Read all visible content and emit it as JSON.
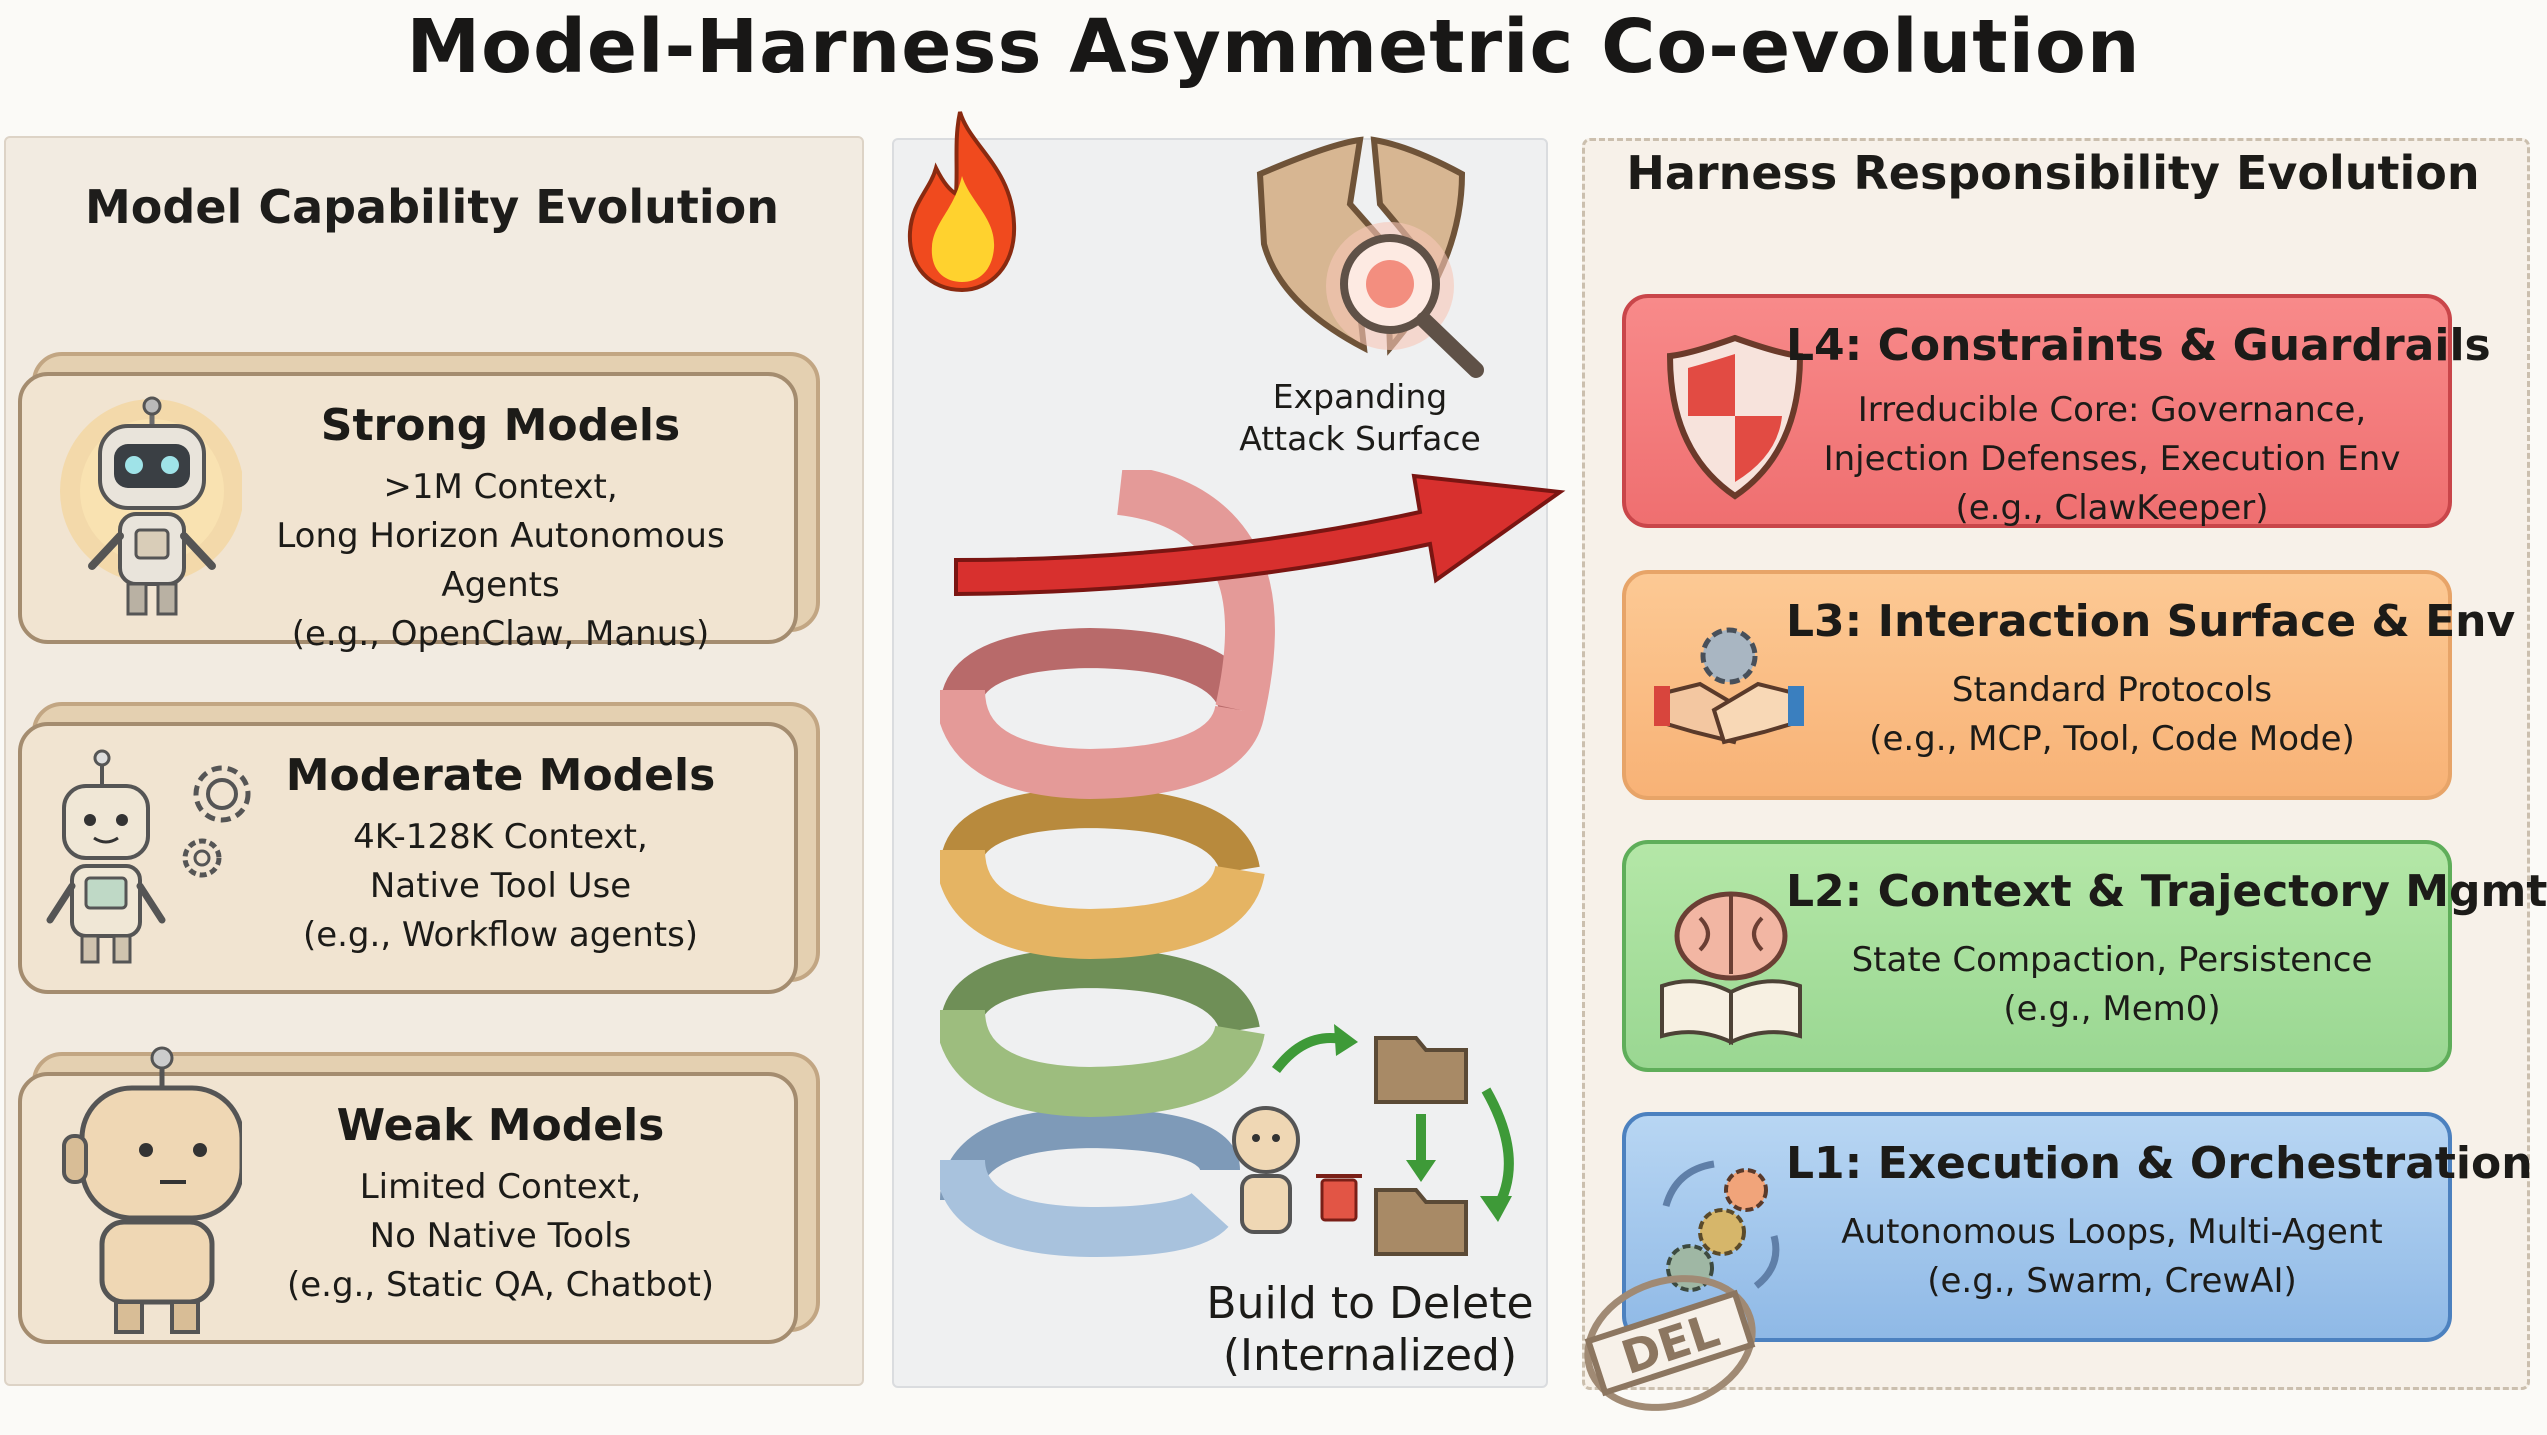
{
  "title": "Model-Harness Asymmetric Co-evolution",
  "left_panel": {
    "heading": "Model Capability Evolution",
    "cards": [
      {
        "title": "Strong Models",
        "lines": [
          ">1M Context,",
          "Long Horizon Autonomous Agents",
          "(e.g., OpenClaw, Manus)"
        ]
      },
      {
        "title": "Moderate Models",
        "lines": [
          "4K-128K Context,",
          "Native Tool Use",
          "(e.g., Workflow agents)"
        ]
      },
      {
        "title": "Weak Models",
        "lines": [
          "Limited Context,",
          "No Native Tools",
          "(e.g., Static QA, Chatbot)"
        ]
      }
    ]
  },
  "middle_panel": {
    "attack_label": [
      "Expanding",
      "Attack Surface"
    ],
    "build_label": [
      "Build to Delete",
      "(Internalized)"
    ]
  },
  "right_panel": {
    "heading": "Harness Responsibility Evolution",
    "layers": [
      {
        "title": "L4: Constraints & Guardrails",
        "lines": [
          "Irreducible Core: Governance,",
          "Injection Defenses, Execution Env",
          "(e.g., ClawKeeper)"
        ]
      },
      {
        "title": "L3: Interaction Surface & Env",
        "lines": [
          "Standard Protocols",
          "(e.g., MCP, Tool, Code Mode)"
        ]
      },
      {
        "title": "L2: Context & Trajectory Mgmt",
        "lines": [
          "State Compaction, Persistence",
          "(e.g., Mem0)"
        ]
      },
      {
        "title": "L1: Execution & Orchestration",
        "lines": [
          "Autonomous Loops, Multi-Agent",
          "(e.g., Swarm, CrewAI)"
        ]
      }
    ],
    "stamp": "DEL"
  },
  "icons": [
    "robot-icon",
    "gear-icon",
    "fire-icon",
    "broken-shield-icon",
    "magnifier-icon",
    "arrow-icon",
    "folder-icon",
    "trash-icon",
    "shield-icon",
    "handshake-icon",
    "brain-icon",
    "book-icon"
  ]
}
